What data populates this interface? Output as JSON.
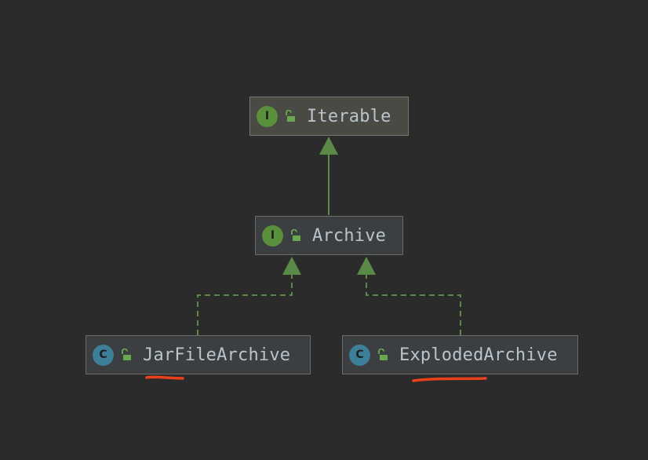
{
  "diagram": {
    "colors": {
      "background": "#2b2b2b",
      "edge": "#5b8a48",
      "interface_badge": "#5a8f3c",
      "class_badge": "#3d7e99",
      "lock": "#6aa84f",
      "underline": "#e8411c"
    },
    "nodes": {
      "iterable": {
        "kind": "interface",
        "badge": "I",
        "label": "Iterable",
        "icon": "unlocked-padlock-icon"
      },
      "archive": {
        "kind": "interface",
        "badge": "I",
        "label": "Archive",
        "icon": "unlocked-padlock-icon"
      },
      "jar_file_archive": {
        "kind": "class",
        "badge": "C",
        "label": "JarFileArchive",
        "icon": "unlocked-padlock-icon"
      },
      "exploded_archive": {
        "kind": "class",
        "badge": "C",
        "label": "ExplodedArchive",
        "icon": "unlocked-padlock-icon"
      }
    },
    "edges": [
      {
        "from": "archive",
        "to": "iterable",
        "relation": "extends",
        "style": "solid"
      },
      {
        "from": "jar_file_archive",
        "to": "archive",
        "relation": "implements",
        "style": "dashed"
      },
      {
        "from": "exploded_archive",
        "to": "archive",
        "relation": "implements",
        "style": "dashed"
      }
    ]
  }
}
